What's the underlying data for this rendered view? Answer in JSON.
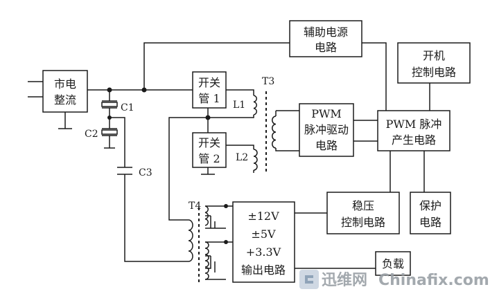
{
  "blocks": {
    "rectifier": [
      "市电",
      "整流"
    ],
    "aux_power": [
      "辅助电源",
      "电路"
    ],
    "power_on": [
      "开机",
      "控制电路"
    ],
    "switch1": [
      "开关",
      "管 1"
    ],
    "switch2": [
      "开关",
      "管 2"
    ],
    "pwm_driver": [
      "PWM",
      "脉冲驱动",
      "电路"
    ],
    "pwm_generator": [
      "PWM 脉冲",
      "产生电路"
    ],
    "output": [
      "±12V",
      "±5V",
      "+3.3V",
      "输出电路"
    ],
    "regulator": [
      "稳压",
      "控制电路"
    ],
    "protection": [
      "保护",
      "电路"
    ],
    "load": [
      "负载"
    ]
  },
  "components": {
    "c1": "C1",
    "c2": "C2",
    "c3": "C3",
    "l1": "L1",
    "l2": "L2",
    "t3": "T3",
    "t4": "T4"
  },
  "watermark": {
    "cn": "迅维网",
    "en": "Chinafix.com"
  }
}
